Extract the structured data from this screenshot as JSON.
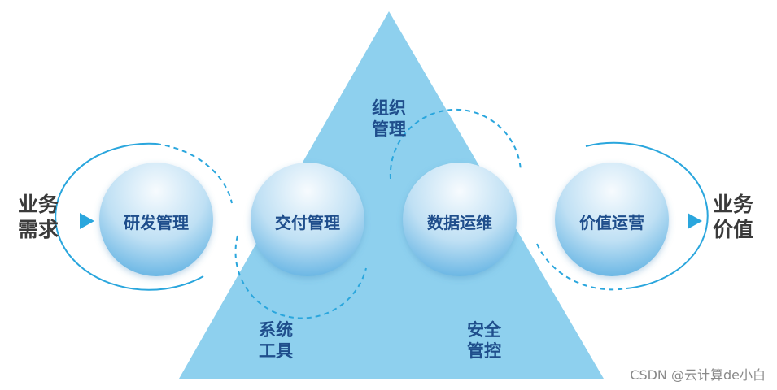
{
  "diagram": {
    "left_label": "业务\n需求",
    "right_label": "业务\n价值",
    "triangle_labels": {
      "top": "组织\n管理",
      "bottom_left": "系统\n工具",
      "bottom_right": "安全\n管控"
    },
    "nodes": [
      {
        "label": "研发管理"
      },
      {
        "label": "交付管理"
      },
      {
        "label": "数据运维"
      },
      {
        "label": "价值运营"
      }
    ],
    "colors": {
      "triangle": "#8ed0ee",
      "node_top": "#f4f9fd",
      "node_bottom": "#5fb1e2",
      "ring": "#2aa6dd",
      "node_text": "#1f4e8c",
      "side_text": "#3a3a3a",
      "arrow": "#2aa6dd"
    }
  },
  "watermark": "CSDN @云计算de小白"
}
